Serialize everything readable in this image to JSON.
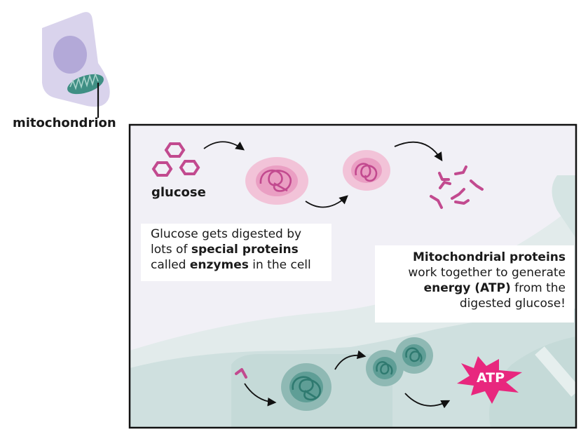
{
  "cell_label": "mitochondrion",
  "glucose_label": "glucose",
  "box1": {
    "line1": "Glucose gets digested by",
    "line2_pre": "lots of ",
    "line2_bold": "special proteins",
    "line3_pre": "called ",
    "line3_bold": "enzymes",
    "line3_post": " in the cell"
  },
  "box2": {
    "line1_bold": "Mitochondrial proteins",
    "line2": "work together to generate",
    "line3_bold": "energy (ATP)",
    "line3_post": " from the",
    "line4": "digested glucose!"
  },
  "atp_label": "ATP",
  "colors": {
    "cell_body": "#d9d3ec",
    "nucleus": "#b3a9d8",
    "mitochondrion": "#3f8f84",
    "panel_bg": "#f1f0f6",
    "teal_region": "#cfe0df",
    "pink_glow": "#f2c3d8",
    "pink_stroke": "#c24a8f",
    "teal_glow": "#8fb9b4",
    "teal_stroke": "#2f7a70",
    "atp_burst": "#e8277e"
  }
}
